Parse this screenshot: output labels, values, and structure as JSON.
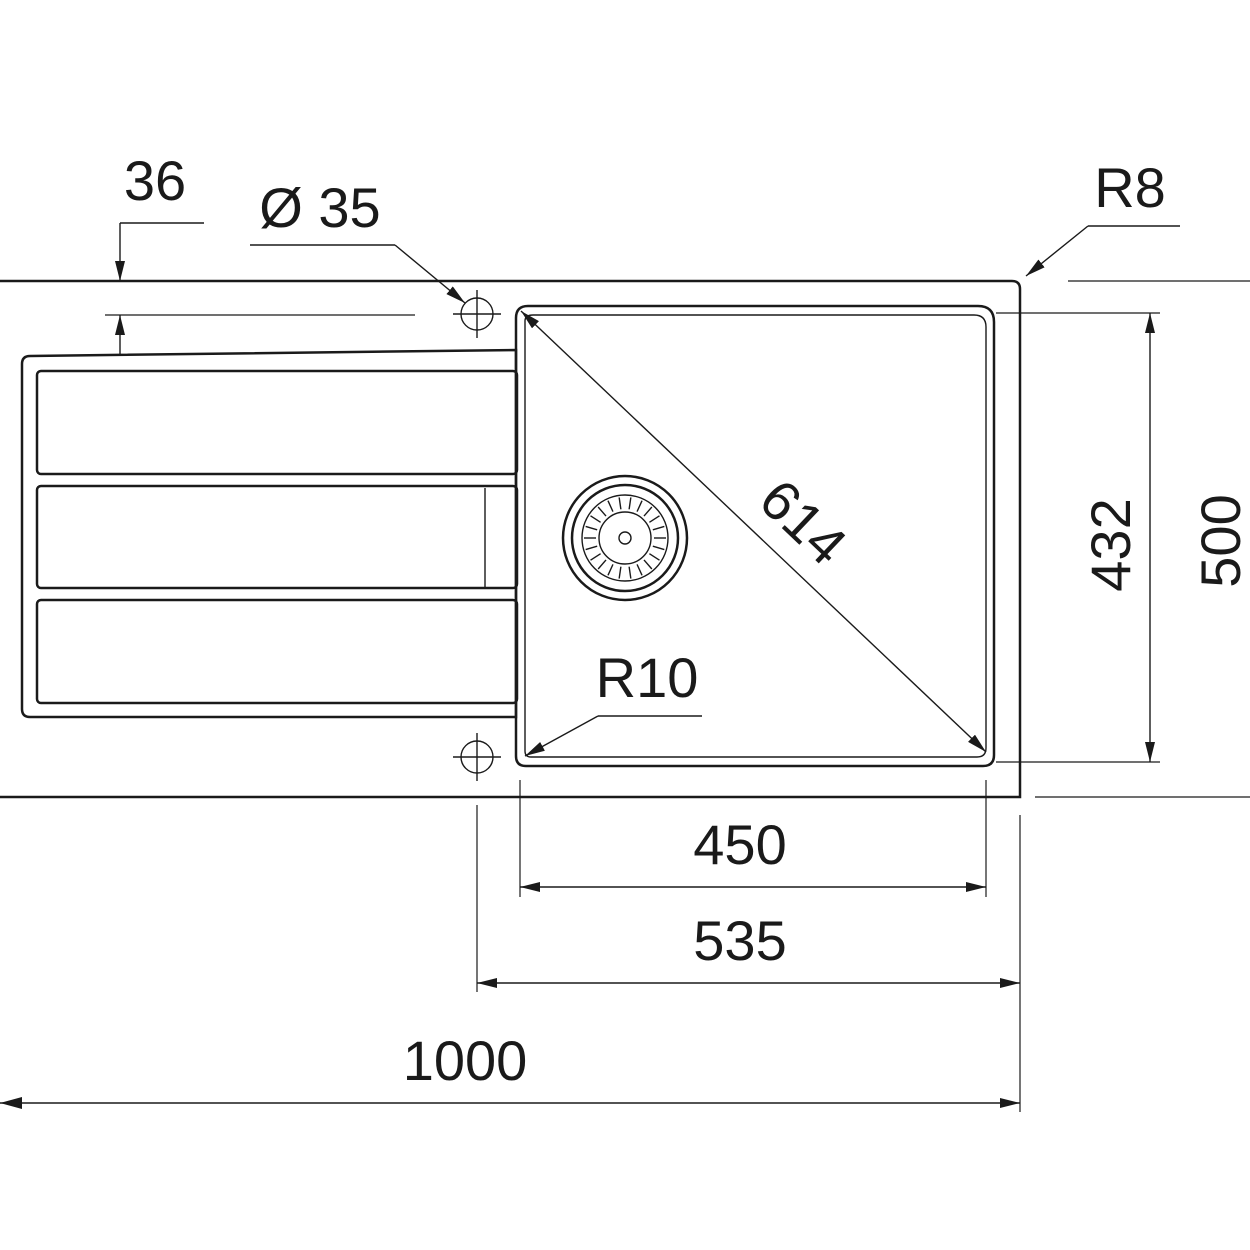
{
  "dimensions": {
    "overall_width": "1000",
    "outer_bowl_width": "535",
    "bowl_width": "450",
    "overall_depth": "500",
    "bowl_depth": "432",
    "bowl_diagonal": "614",
    "drainer_offset": "36",
    "tap_hole_diameter": "Ø 35",
    "corner_radius_outer": "R8",
    "corner_radius_bowl": "R10"
  },
  "colors": {
    "line": "#1a1a1a",
    "background": "#ffffff"
  }
}
